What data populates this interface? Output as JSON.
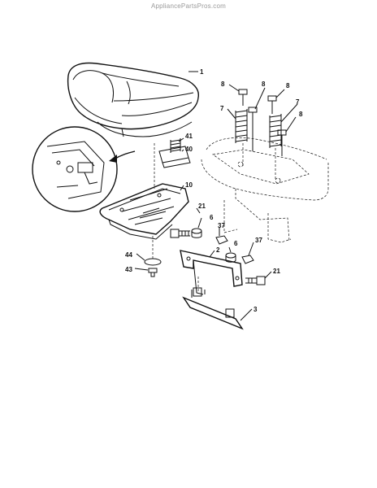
{
  "watermark": "AppliancePartsPros.com",
  "callouts": [
    "1",
    "8",
    "8",
    "8",
    "8",
    "7",
    "7",
    "41",
    "40",
    "10",
    "21",
    "6",
    "37",
    "6",
    "37",
    "2",
    "21",
    "44",
    "43",
    "3"
  ]
}
